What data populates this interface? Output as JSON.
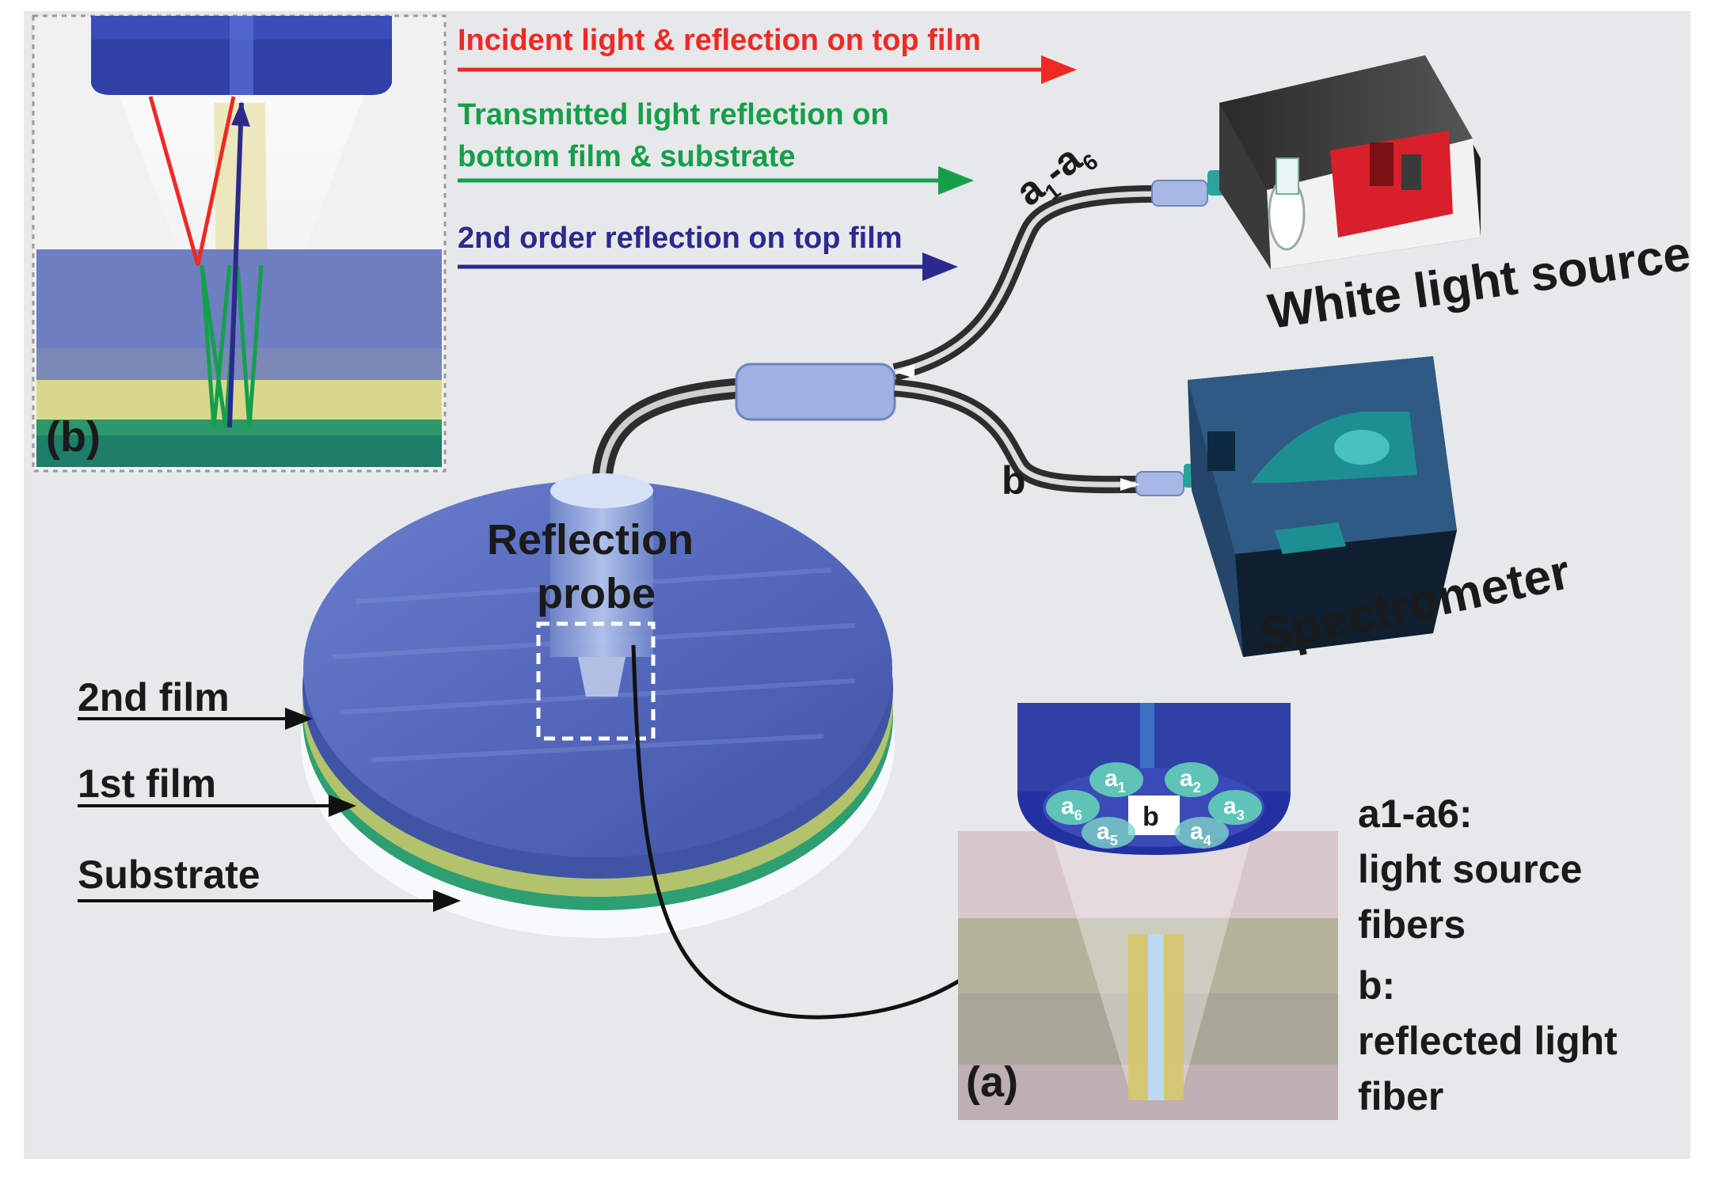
{
  "legend": {
    "incident": "Incident light & reflection on top film",
    "transmitted_line1": "Transmitted light reflection on",
    "transmitted_line2": "bottom film & substrate",
    "second_order": "2nd order reflection on top film"
  },
  "labels": {
    "white_light_source": "White light source",
    "spectrometer": "Spectrometer",
    "reflection_probe_line1": "Reflection",
    "reflection_probe_line2": "probe",
    "second_film": "2nd film",
    "first_film": "1st film",
    "substrate": "Substrate",
    "fiber_a_prefix": "a",
    "fiber_a_sub1": "1",
    "fiber_a_dash": "-a",
    "fiber_a_sub6": "6",
    "fiber_b": "b",
    "panel_a": "(a)",
    "panel_b": "(b)"
  },
  "fiber_bundle": {
    "center": "b",
    "fibers": [
      {
        "letter": "a",
        "sub": "1"
      },
      {
        "letter": "a",
        "sub": "2"
      },
      {
        "letter": "a",
        "sub": "3"
      },
      {
        "letter": "a",
        "sub": "4"
      },
      {
        "letter": "a",
        "sub": "5"
      },
      {
        "letter": "a",
        "sub": "6"
      }
    ]
  },
  "description": {
    "a_title": "a1-a6:",
    "a_line1": "light source",
    "a_line2": "fibers",
    "b_title": "b:",
    "b_line1": "reflected light",
    "b_line2": "fiber"
  },
  "colors": {
    "incident": "#ee2a24",
    "transmitted": "#14a04a",
    "second_order": "#2b2a8c",
    "background": "#e7e8ea",
    "film_blue": "#5a6fc0",
    "film_yellow": "#d8d48a",
    "film_green": "#1c8f6a"
  }
}
